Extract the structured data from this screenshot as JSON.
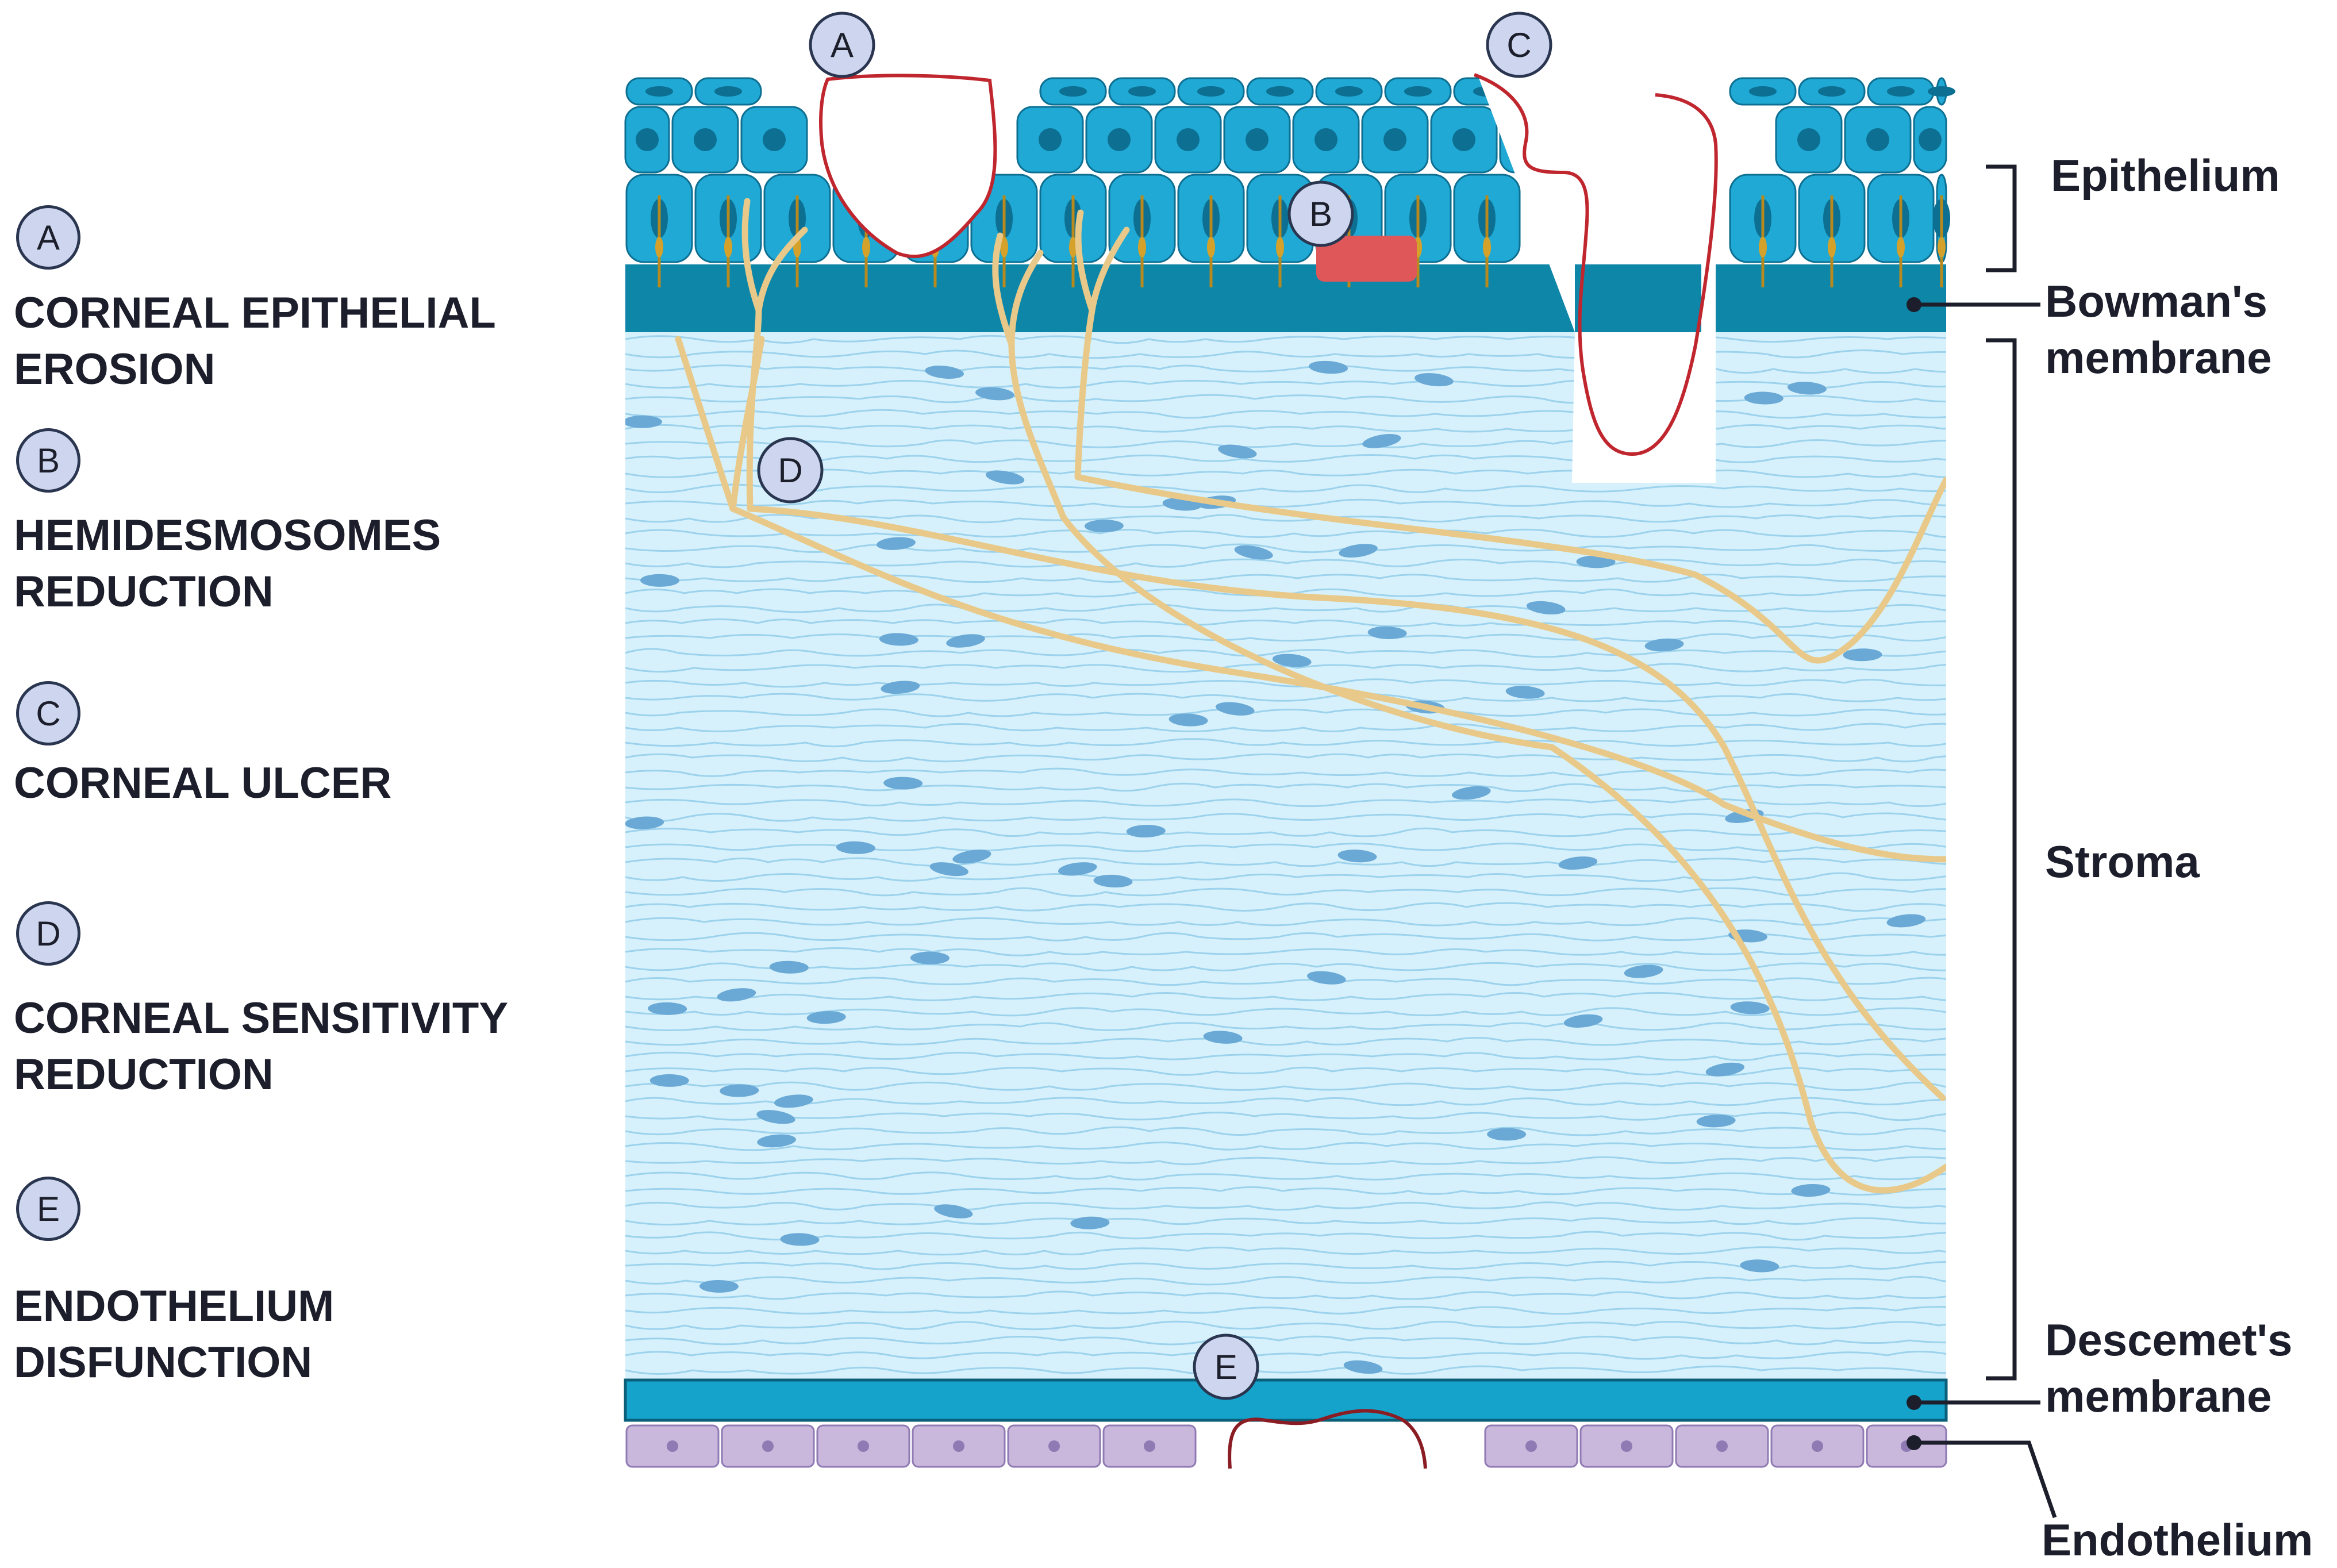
{
  "legend": [
    {
      "letter": "A",
      "text": "CORNEAL EPITHELIAL\nEROSION"
    },
    {
      "letter": "B",
      "text": "HEMIDESMOSOMES\nREDUCTION"
    },
    {
      "letter": "C",
      "text": "CORNEAL ULCER"
    },
    {
      "letter": "D",
      "text": "CORNEAL SENSITIVITY\nREDUCTION"
    },
    {
      "letter": "E",
      "text": "ENDOTHELIUM\nDISFUNCTION"
    }
  ],
  "markers": {
    "a": "A",
    "b": "B",
    "c": "C",
    "d": "D",
    "e": "E"
  },
  "layers": {
    "epithelium": "Epithelium",
    "bowman": "Bowman's\nmembrane",
    "stroma": "Stroma",
    "descemet": "Descemet's\nmembrane",
    "endothelium": "Endothelium"
  },
  "colors": {
    "epithelium_cells": "#1fa9d4",
    "bowman_layer": "#0e86a8",
    "stroma_bg": "#d6f1fb",
    "stroma_fibers": "#8fcbea",
    "keratocytes": "#6aa9d6",
    "nerves": "#e8c98a",
    "descemet_layer": "#15a3cc",
    "endothelium_cells": "#c9b7dc",
    "lesion_outline": "#c0262e",
    "hemidesmosome_patch": "#e0575a"
  }
}
